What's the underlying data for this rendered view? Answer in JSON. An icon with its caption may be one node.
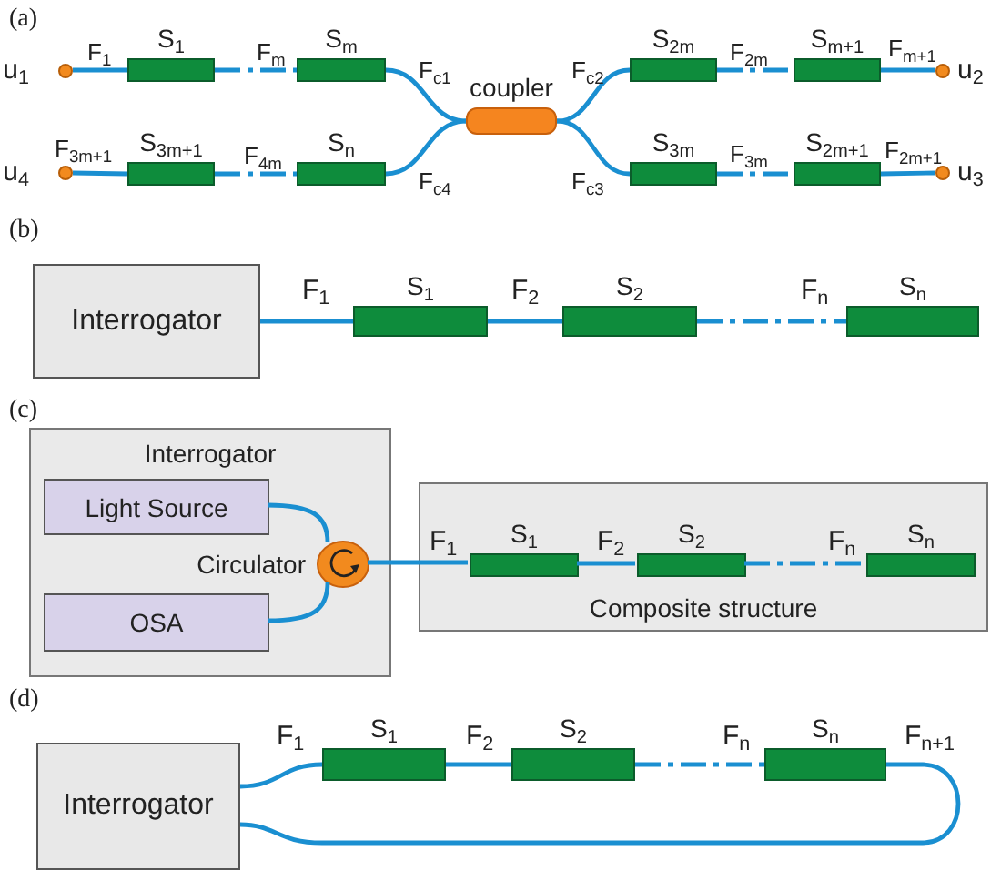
{
  "diagram": {
    "nodes": [
      {
        "text": [],
        "shape": "circle",
        "beside": [
          "u$_{1}$"
        ]
      },
      {
        "text": [
          "S$_{1}$"
        ]
      },
      {
        "text": [
          "S$_{m}$"
        ]
      },
      {
        "text": [
          "coupler"
        ]
      },
      {
        "text": [
          "S$_{2m}$"
        ]
      },
      {
        "text": [
          "S$_{m+1}$"
        ]
      },
      {
        "text": [],
        "shape": "circle",
        "beside": [
          "u$_{2}$"
        ]
      },
      {
        "text": [],
        "shape": "circle",
        "beside": [
          "u$_{4}$"
        ]
      },
      {
        "text": [
          "S$_{3m+1}$"
        ]
      },
      {
        "text": [
          "S$_{n}$"
        ]
      },
      {
        "text": [
          "S$_{3m}$"
        ]
      },
      {
        "text": [
          "S$_{2m+1}$"
        ]
      },
      {
        "text": [],
        "shape": "circle",
        "beside": [
          "u$_{3}$"
        ]
      },
      {
        "text": [
          "Interrogator"
        ]
      },
      {
        "text": [
          "S$_{1}$"
        ]
      },
      {
        "text": [
          "S$_{2}$"
        ]
      },
      {
        "text": [
          "S$_{n}$"
        ]
      },
      {
        "text": [
          "Interrogator"
        ]
      },
      {
        "text": [
          "Light Source"
        ],
        "in": 17
      },
      {
        "text": [
          "OSA"
        ],
        "in": 17
      },
      {
        "text": [
          "Circulator"
        ],
        "in": 17
      },
      {
        "text": [
          "Composite structure"
        ]
      },
      {
        "text": [
          "S$_{1}$"
        ],
        "in": 21
      },
      {
        "text": [
          "S$_{2}$"
        ],
        "in": 21
      },
      {
        "text": [
          "S$_{n}$"
        ],
        "in": 21
      },
      {
        "text": [
          "Interrogator"
        ]
      },
      {
        "text": [
          "S$_{1}$"
        ]
      },
      {
        "text": [
          "S$_{2}$"
        ]
      },
      {
        "text": [
          "S$_{n}$"
        ]
      }
    ],
    "edges": [
      {
        "from": 0,
        "to": 1,
        "arrow": "none",
        "label": "F$_{1}$"
      },
      {
        "from": 1,
        "to": 2,
        "arrow": "none",
        "label": "F$_{m}$",
        "style": "dashed"
      },
      {
        "from": 2,
        "to": 3,
        "arrow": "none",
        "label": "F$_{c1}$"
      },
      {
        "from": 3,
        "to": 4,
        "arrow": "none",
        "label": "F$_{c2}$"
      },
      {
        "from": 4,
        "to": 5,
        "arrow": "none",
        "label": "F$_{2m}$",
        "style": "dashed"
      },
      {
        "from": 5,
        "to": 6,
        "arrow": "none",
        "label": "F$_{m+1}$"
      },
      {
        "from": 7,
        "to": 8,
        "arrow": "none",
        "label": "F$_{3m+1}$"
      },
      {
        "from": 8,
        "to": 9,
        "arrow": "none",
        "label": "F$_{4m}$",
        "style": "dashed"
      },
      {
        "from": 9,
        "to": 3,
        "arrow": "none",
        "label": "F$_{c4}$"
      },
      {
        "from": 3,
        "to": 10,
        "arrow": "none",
        "label": "F$_{c3}$"
      },
      {
        "from": 10,
        "to": 11,
        "arrow": "none",
        "label": "F$_{3m}$",
        "style": "dashed"
      },
      {
        "from": 11,
        "to": 12,
        "arrow": "none",
        "label": "F$_{2m+1}$"
      },
      {
        "from": 13,
        "to": 14,
        "arrow": "none",
        "label": "F$_{1}$"
      },
      {
        "from": 14,
        "to": 15,
        "arrow": "none",
        "label": "F$_{2}$"
      },
      {
        "from": 15,
        "to": 16,
        "arrow": "none",
        "label": "F$_{n}$",
        "style": "dashed"
      },
      {
        "from": 18,
        "to": 20,
        "arrow": "none"
      },
      {
        "from": 19,
        "to": 20,
        "arrow": "none"
      },
      {
        "from": 20,
        "to": 22,
        "arrow": "none",
        "label": "F$_{1}$"
      },
      {
        "from": 22,
        "to": 23,
        "arrow": "none",
        "label": "F$_{2}$"
      },
      {
        "from": 23,
        "to": 24,
        "arrow": "none",
        "label": "F$_{n}$",
        "style": "dashed"
      },
      {
        "from": 25,
        "to": 26,
        "arrow": "none",
        "label": "F$_{1}$"
      },
      {
        "from": 26,
        "to": 27,
        "arrow": "none",
        "label": "F$_{2}$"
      },
      {
        "from": 27,
        "to": 28,
        "arrow": "none",
        "label": "F$_{n}$",
        "style": "dashed"
      },
      {
        "from": 28,
        "to": 25,
        "arrow": "none",
        "label": "F$_{n+1}$"
      }
    ],
    "labels": [
      "(a)",
      "(b)",
      "(c)",
      "(d)"
    ]
  }
}
